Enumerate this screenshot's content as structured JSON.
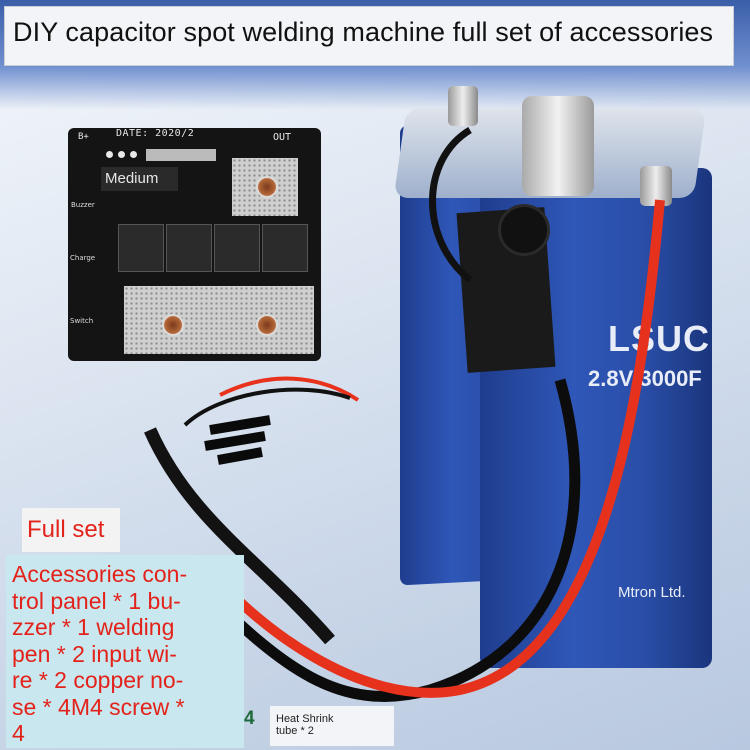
{
  "title": "DIY capacitor spot welding machine full set of accessories",
  "board": {
    "date_label": "DATE: 2020/2",
    "bplus_label": "B+",
    "out_label": "OUT",
    "mode_label": "Medium",
    "buzzer_label": "Buzzer",
    "charge_label": "Charge",
    "switch_label": "Switch"
  },
  "fullset_label": "Full set",
  "accessories_text": "Accessories con-\ntrol panel * 1 bu-\nzzer * 1 welding\npen * 2 input wi-\nre * 2 copper no-\nse * 4M4 screw *\n4",
  "shrink": {
    "count": "4",
    "label": "Heat Shrink\ntube * 2"
  },
  "capacitor": {
    "brand": "LSUC",
    "rating": "2.8V 3000F",
    "maker": "Mtron Ltd."
  },
  "colors": {
    "accent_red": "#e3231b",
    "cell_blue": "#2f57b8",
    "accessories_bg": "#c9e7ee"
  }
}
